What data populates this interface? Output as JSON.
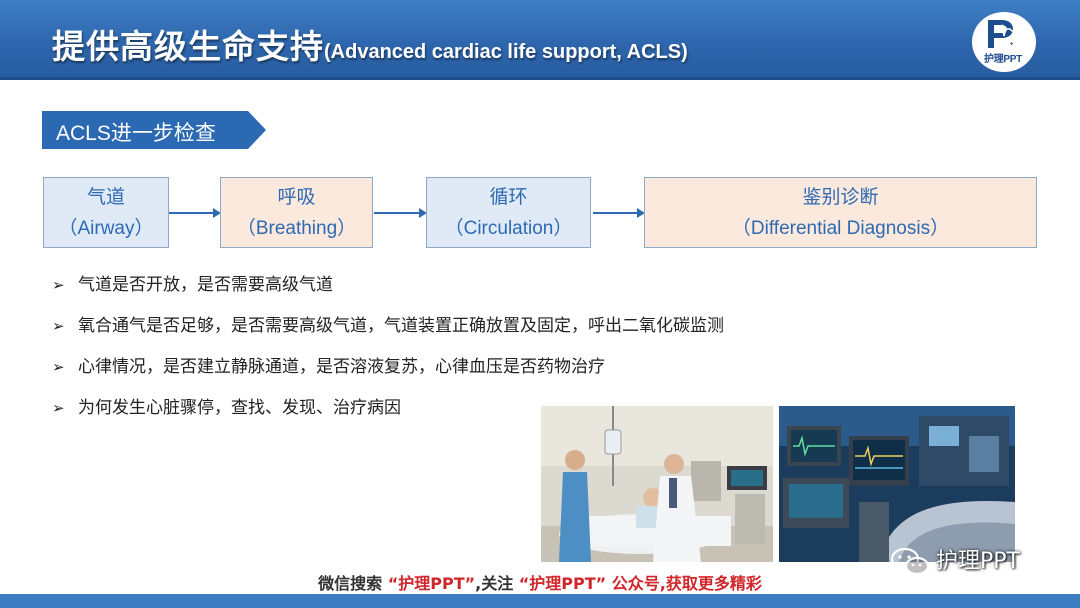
{
  "header": {
    "title_zh": "提供高级生命支持",
    "title_en": "(Advanced cardiac life support, ACLS)",
    "logo_text": "护理PPT"
  },
  "section": {
    "label": "ACLS进一步检查"
  },
  "steps": [
    {
      "zh": "气道",
      "en": "（Airway）"
    },
    {
      "zh": "呼吸",
      "en": "（Breathing）"
    },
    {
      "zh": "循环",
      "en": "（Circulation）"
    },
    {
      "zh": "鉴别诊断",
      "en": "（Differential Diagnosis）"
    }
  ],
  "bullets": [
    "气道是否开放，是否需要高级气道",
    "氧合通气是否足够，是否需要高级气道，气道装置正确放置及固定，呼出二氧化碳监测",
    "心律情况，是否建立静脉通道，是否溶液复苏，心律血压是否药物治疗",
    "为何发生心脏骤停，查找、发现、治疗病因"
  ],
  "bullet_marker": "➢",
  "watermark": {
    "text": "护理PPT"
  },
  "footer": {
    "part1": "微信搜索 ",
    "part2": "“护理PPT”",
    "part3": ",关注 ",
    "part4": "“护理PPT”",
    "part5": " 公众号,获取更多精彩"
  },
  "colors": {
    "header_blue": "#2e66ad",
    "step_blue_fill": "#dfeaf6",
    "step_peach_fill": "#fbe9dd",
    "step_text": "#2e6ab3",
    "footer_red": "#d0262a"
  }
}
